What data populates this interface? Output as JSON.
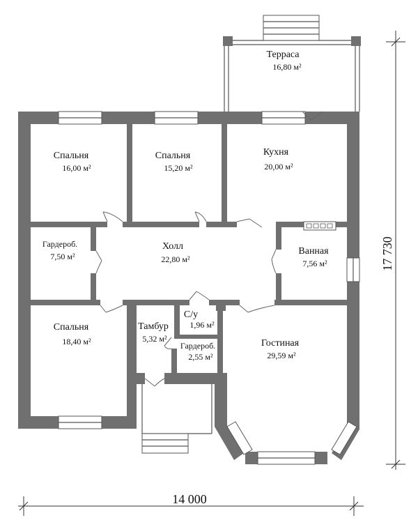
{
  "rooms": [
    {
      "id": "terrace",
      "name": "Терраса",
      "area": "16,80 м²"
    },
    {
      "id": "bedroom1",
      "name": "Спальня",
      "area": "16,00 м²"
    },
    {
      "id": "bedroom2",
      "name": "Спальня",
      "area": "15,20 м²"
    },
    {
      "id": "kitchen",
      "name": "Кухня",
      "area": "20,00 м²"
    },
    {
      "id": "wardrobe1",
      "name": "Гардероб.",
      "area": "7,50 м²"
    },
    {
      "id": "hall",
      "name": "Холл",
      "area": "22,80 м²"
    },
    {
      "id": "bathroom",
      "name": "Ванная",
      "area": "7,56 м²"
    },
    {
      "id": "bedroom3",
      "name": "Спальня",
      "area": "18,40 м²"
    },
    {
      "id": "vestibule",
      "name": "Тамбур",
      "area": "5,32 м²"
    },
    {
      "id": "wc",
      "name": "С/у",
      "area": "1,96 м²"
    },
    {
      "id": "wardrobe2",
      "name": "Гардероб.",
      "area": "2,55 м²"
    },
    {
      "id": "living",
      "name": "Гостиная",
      "area": "29,59 м²"
    }
  ],
  "dimensions": {
    "width": "14 000",
    "height": "17 730"
  }
}
